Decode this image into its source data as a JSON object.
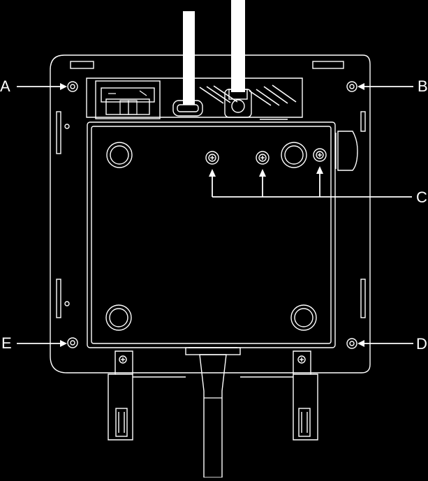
{
  "labels": {
    "a": "A",
    "b": "B",
    "c": "C",
    "d": "D",
    "e": "E"
  },
  "colors": {
    "background": "#000000",
    "outline": "#ffffff",
    "cable": "#ffffff"
  },
  "icons": {
    "power_switch": "rocker-switch-icon",
    "screw": "cross-screw-icon",
    "foot": "rubber-foot-icon"
  }
}
